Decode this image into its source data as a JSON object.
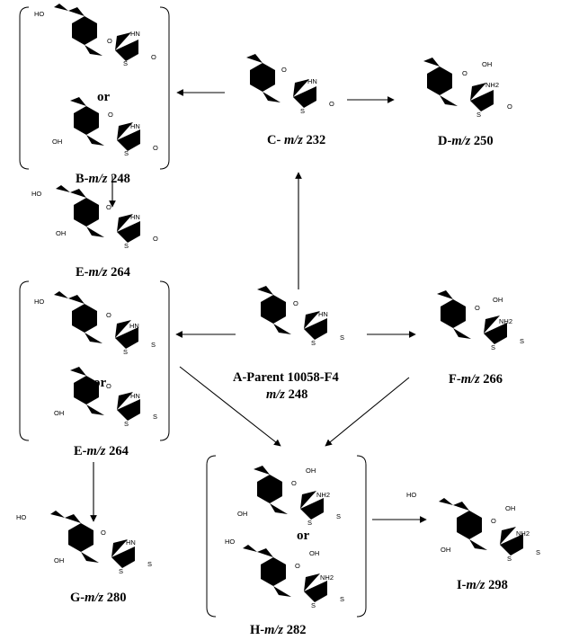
{
  "atoms": {
    "o": "O",
    "hn": "HN",
    "s": "S",
    "oh": "OH",
    "ho": "HO",
    "nh2": "NH2"
  },
  "or_label": "or",
  "labels": {
    "a": {
      "prefix": "A-Parent 10058-F4",
      "mz": "m/z",
      "value": "248"
    },
    "b": {
      "prefix": "B-",
      "mz": "m/z",
      "value": " 248"
    },
    "c": {
      "prefix": "C- ",
      "mz": "m/z",
      "value": " 232"
    },
    "d": {
      "prefix": "D-",
      "mz": "m/z",
      "value": " 250"
    },
    "e1": {
      "prefix": "E-",
      "mz": "m/z",
      "value": " 264"
    },
    "e2": {
      "prefix": "E-",
      "mz": "m/z",
      "value": " 264"
    },
    "f": {
      "prefix": "F-",
      "mz": "m/z",
      "value": " 266"
    },
    "g": {
      "prefix": "G-",
      "mz": "m/z",
      "value": " 280"
    },
    "h": {
      "prefix": "H-",
      "mz": "m/z",
      "value": " 282"
    },
    "i": {
      "prefix": "I-",
      "mz": "m/z",
      "value": " 298"
    }
  }
}
